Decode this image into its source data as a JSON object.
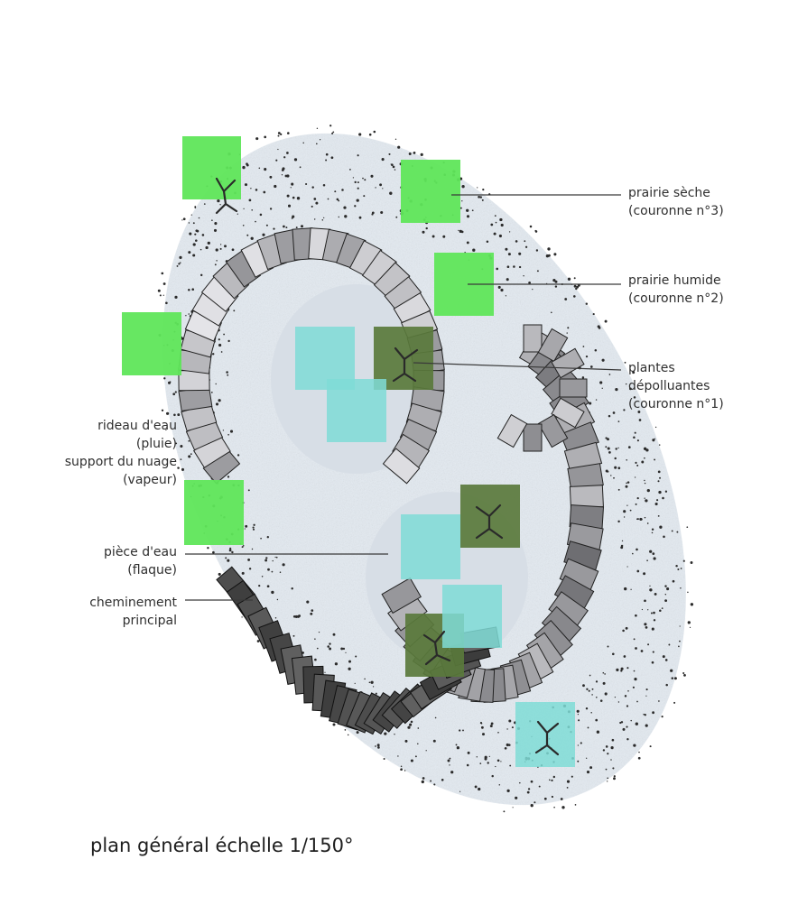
{
  "labels": {
    "prairie_seche": [
      "prairie sèche",
      "(couronne n°3)"
    ],
    "prairie_humide": [
      "prairie humide",
      "(couronne n°2)"
    ],
    "plantes": [
      "plantes",
      "dépolluantes",
      "(couronne n°1)"
    ],
    "rideau": [
      "rideau d'eau",
      "(pluie)",
      "support du nuage",
      "(vapeur)"
    ],
    "piece": [
      "pièce d'eau",
      "(flaque)"
    ],
    "chemin": [
      "cheminement",
      "principal"
    ]
  },
  "caption": "plan général échelle 1/150°",
  "legend_colors": {
    "prairie_seche": "#5fe65a",
    "prairie_humide": "#5fe65a",
    "plantes": "#5a7a3c",
    "water": "#7fdcd6",
    "path": "#3a3a3a",
    "ground": "#e4ebf2"
  }
}
